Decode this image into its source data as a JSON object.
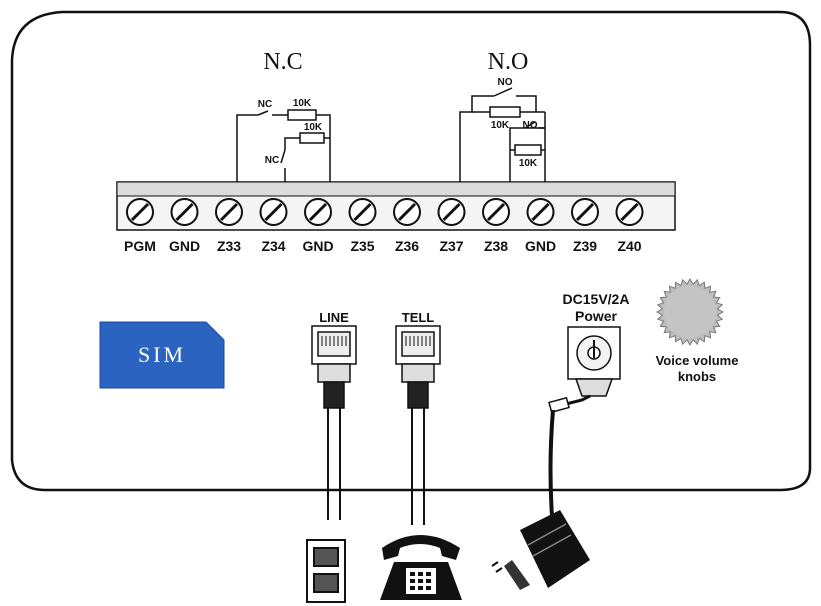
{
  "headings": {
    "nc": "N.C",
    "no": "N.O"
  },
  "nc_circuit": {
    "switch_top": "NC",
    "resistor_top": "10K",
    "resistor_mid": "10K",
    "switch_side": "NC"
  },
  "no_circuit": {
    "switch_top": "NO",
    "resistor_left": "10K",
    "switch_right": "NO",
    "resistor_bottom": "10K"
  },
  "terminals": [
    "PGM",
    "GND",
    "Z33",
    "Z34",
    "GND",
    "Z35",
    "Z36",
    "Z37",
    "Z38",
    "GND",
    "Z39",
    "Z40"
  ],
  "sim_label": "SIM",
  "ports": {
    "line": "LINE",
    "tell": "TELL"
  },
  "power": {
    "rating": "DC15V/2A",
    "label": "Power"
  },
  "knob": {
    "line1": "Voice volume",
    "line2": "knobs"
  },
  "colors": {
    "sim_card": "#2a63c0",
    "ink": "#111111"
  }
}
